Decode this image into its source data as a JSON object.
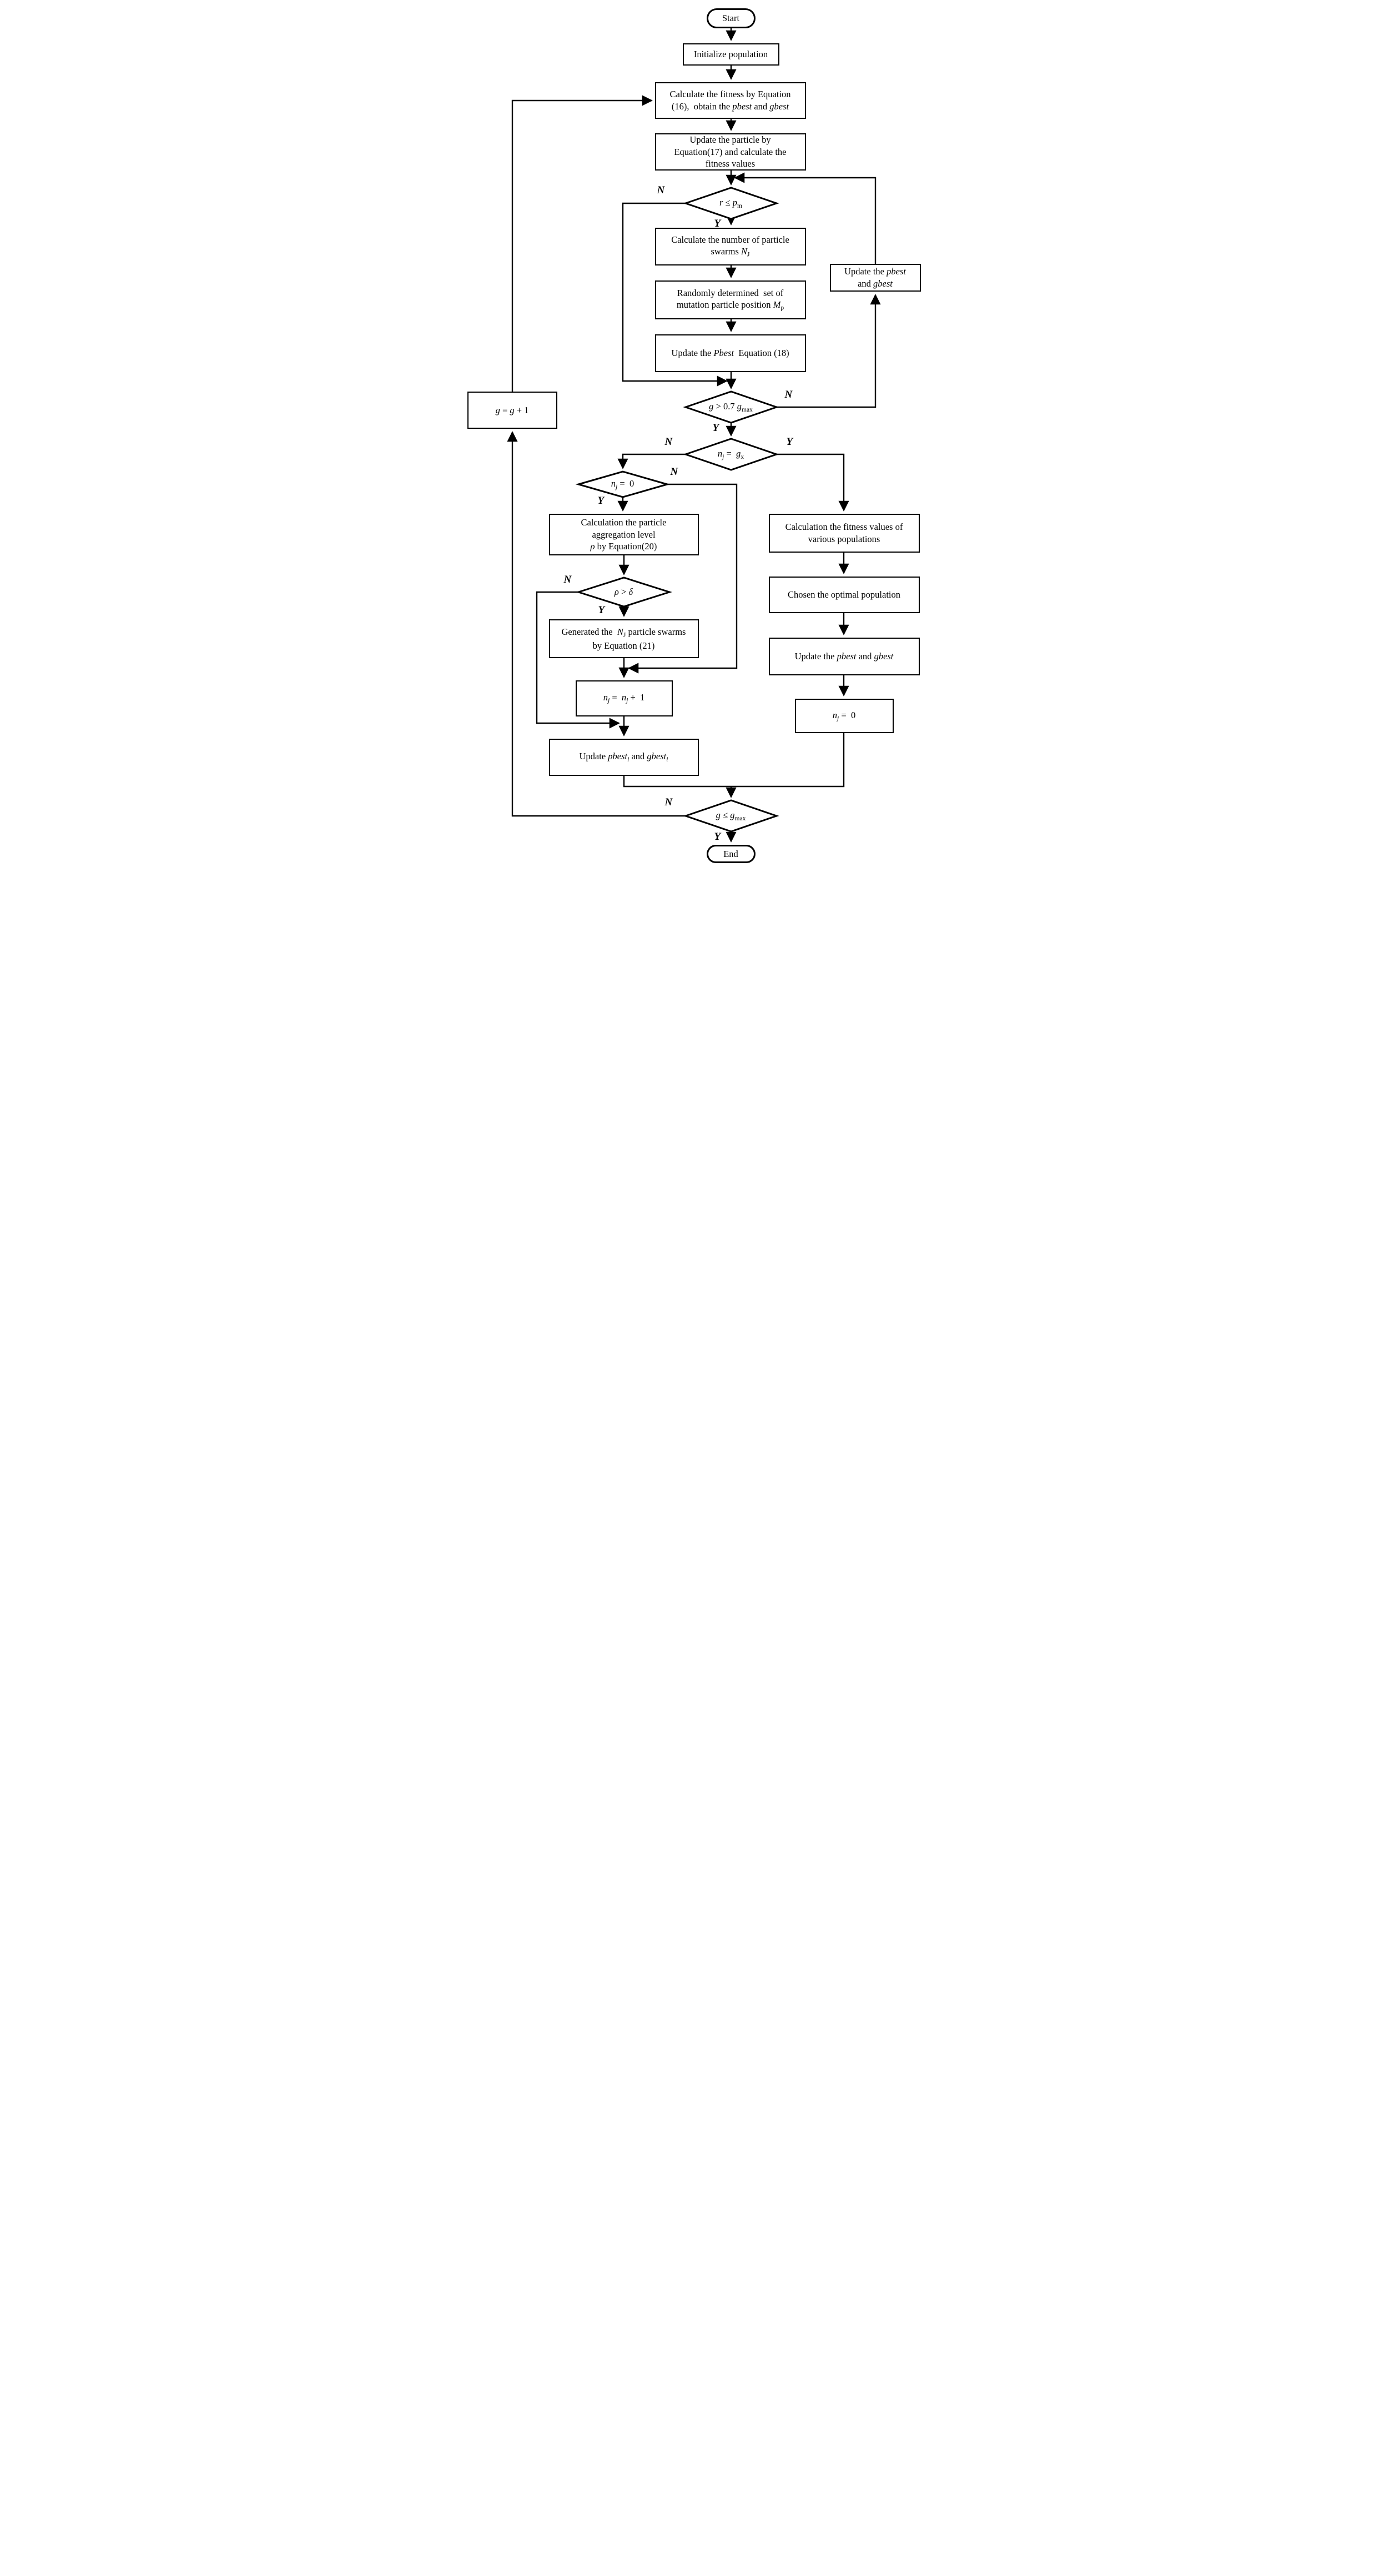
{
  "page": {
    "background": "#ffffff",
    "line_color": "#000000"
  },
  "nodes": {
    "start": {
      "lines": [
        [
          "Start"
        ]
      ]
    },
    "init": {
      "lines": [
        [
          "Initialize population"
        ]
      ]
    },
    "calc_fitness": {
      "lines": [
        [
          "Calculate the fitness by Equation"
        ],
        [
          "(16),  obtain the ",
          {
            "t": "pbest",
            "s": "i"
          },
          " and ",
          {
            "t": "gbest",
            "s": "i"
          }
        ]
      ]
    },
    "update_particle": {
      "lines": [
        [
          "Update the particle by"
        ],
        [
          "Equation(17) and calculate the"
        ],
        [
          "fitness values"
        ]
      ]
    },
    "decision_r_pm": {
      "lines": [
        [
          {
            "t": "r",
            "s": "i"
          },
          " ≤ ",
          {
            "t": "p",
            "s": "i"
          },
          {
            "t": "m",
            "s": "sub"
          }
        ]
      ]
    },
    "calc_swarms": {
      "lines": [
        [
          "Calculate the number of particle"
        ],
        [
          "swarms ",
          {
            "t": "N",
            "s": "i"
          },
          {
            "t": "J",
            "s": "sub"
          }
        ]
      ]
    },
    "random_set": {
      "lines": [
        [
          "Randomly determined  set of"
        ],
        [
          "mutation particle position ",
          {
            "t": "M",
            "s": "i"
          },
          {
            "t": "p",
            "s": "sub"
          }
        ]
      ]
    },
    "update_pbest_18": {
      "lines": [
        [
          "Update the ",
          {
            "t": "Pbest",
            "s": "i"
          },
          "  Equation (18)"
        ]
      ]
    },
    "update_pbest_gbest_loop": {
      "lines": [
        [
          "Update the ",
          {
            "t": "pbest",
            "s": "i"
          }
        ],
        [
          "and ",
          {
            "t": "gbest",
            "s": "i"
          }
        ]
      ]
    },
    "decision_g_07gmax": {
      "lines": [
        [
          {
            "t": "g",
            "s": "i"
          },
          " > 0.7 ",
          {
            "t": "g",
            "s": "i"
          },
          {
            "t": "max",
            "s": "sub"
          }
        ]
      ]
    },
    "g_increment": {
      "lines": [
        [
          {
            "t": "g",
            "s": "i"
          },
          " = ",
          {
            "t": "g",
            "s": "i"
          },
          " + 1"
        ]
      ]
    },
    "decision_nj_gx": {
      "lines": [
        [
          {
            "t": "n",
            "s": "i"
          },
          {
            "t": "j",
            "s": "isub"
          },
          " =  ",
          {
            "t": "g",
            "s": "i"
          },
          {
            "t": "x",
            "s": "sub"
          }
        ]
      ]
    },
    "decision_nj_0": {
      "lines": [
        [
          {
            "t": "n",
            "s": "i"
          },
          {
            "t": "j",
            "s": "isub"
          },
          " =  0"
        ]
      ]
    },
    "calc_aggregation": {
      "lines": [
        [
          "Calculation the particle"
        ],
        [
          "aggregation level"
        ],
        [
          {
            "t": "ρ",
            "s": "i"
          },
          " by Equation(20)"
        ]
      ]
    },
    "decision_rho_delta": {
      "lines": [
        [
          {
            "t": "ρ",
            "s": "i"
          },
          " > ",
          {
            "t": "δ",
            "s": "i"
          }
        ]
      ]
    },
    "generated_swarms": {
      "lines": [
        [
          "Generated the  ",
          {
            "t": "N",
            "s": "i"
          },
          {
            "t": "J",
            "s": "sub"
          },
          " particle swarms"
        ],
        [
          "by Equation (21)"
        ]
      ]
    },
    "nj_increment": {
      "lines": [
        [
          {
            "t": "n",
            "s": "i"
          },
          {
            "t": "j",
            "s": "isub"
          },
          " =  ",
          {
            "t": "n",
            "s": "i"
          },
          {
            "t": "j",
            "s": "isub"
          },
          " +  1"
        ]
      ]
    },
    "update_pbest_i": {
      "lines": [
        [
          "Update ",
          {
            "t": "pbest",
            "s": "i"
          },
          {
            "t": "i",
            "s": "isub"
          },
          " and ",
          {
            "t": "gbest",
            "s": "i"
          },
          {
            "t": "i",
            "s": "isub"
          }
        ]
      ]
    },
    "calc_fitness_various": {
      "lines": [
        [
          "Calculation the fitness values of"
        ],
        [
          "various populations"
        ]
      ]
    },
    "chosen_optimal": {
      "lines": [
        [
          "Chosen the optimal population"
        ]
      ]
    },
    "update_pbest_gbest_2": {
      "lines": [
        [
          "Update the ",
          {
            "t": "pbest",
            "s": "i"
          },
          " and ",
          {
            "t": "gbest",
            "s": "i"
          }
        ]
      ]
    },
    "nj_reset": {
      "lines": [
        [
          {
            "t": "n",
            "s": "i"
          },
          {
            "t": "j",
            "s": "isub"
          },
          " =  0"
        ]
      ]
    },
    "decision_g_gmax": {
      "lines": [
        [
          {
            "t": "g",
            "s": "i"
          },
          " ≤ ",
          {
            "t": "g",
            "s": "i"
          },
          {
            "t": "max",
            "s": "sub"
          }
        ]
      ]
    },
    "end": {
      "lines": [
        [
          "End"
        ]
      ]
    }
  },
  "edge_labels": {
    "r_pm_no": "N",
    "r_pm_yes": "Y",
    "g07_no": "N",
    "g07_yes": "Y",
    "njgx_no": "N",
    "njgx_yes": "Y",
    "nj0_no": "N",
    "nj0_yes": "Y",
    "rho_no": "N",
    "rho_yes": "Y",
    "ggmax_no": "N",
    "ggmax_yes": "Y"
  }
}
